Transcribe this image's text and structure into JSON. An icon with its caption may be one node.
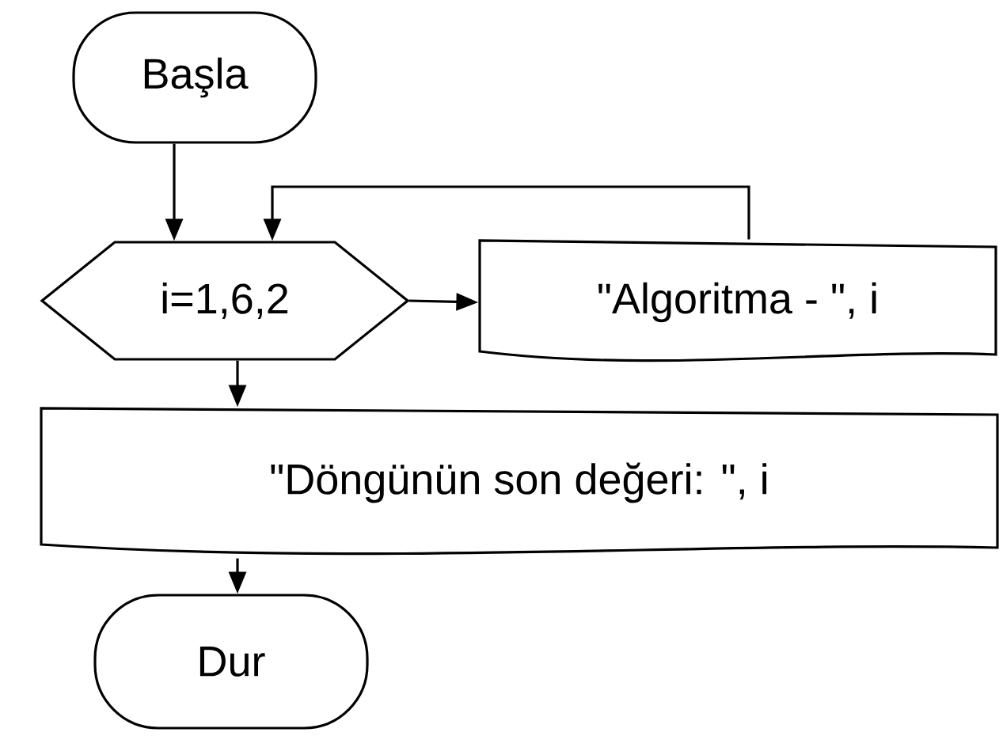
{
  "diagram": {
    "nodes": [
      {
        "text": [
          "Başla"
        ]
      },
      {
        "text": [
          "i=1,6,2"
        ]
      },
      {
        "text": [
          "\"Algoritma - \", i"
        ]
      },
      {
        "text": [
          "\"Döngünün son değeri: \", i"
        ]
      },
      {
        "text": [
          "Dur"
        ]
      }
    ],
    "edges": [
      {
        "from": 0,
        "to": 1,
        "arrow": "to"
      },
      {
        "from": 1,
        "to": 2,
        "arrow": "to"
      },
      {
        "from": 2,
        "to": 1,
        "arrow": "to"
      },
      {
        "from": 1,
        "to": 3,
        "arrow": "to"
      },
      {
        "from": 3,
        "to": 4,
        "arrow": "to"
      }
    ]
  }
}
